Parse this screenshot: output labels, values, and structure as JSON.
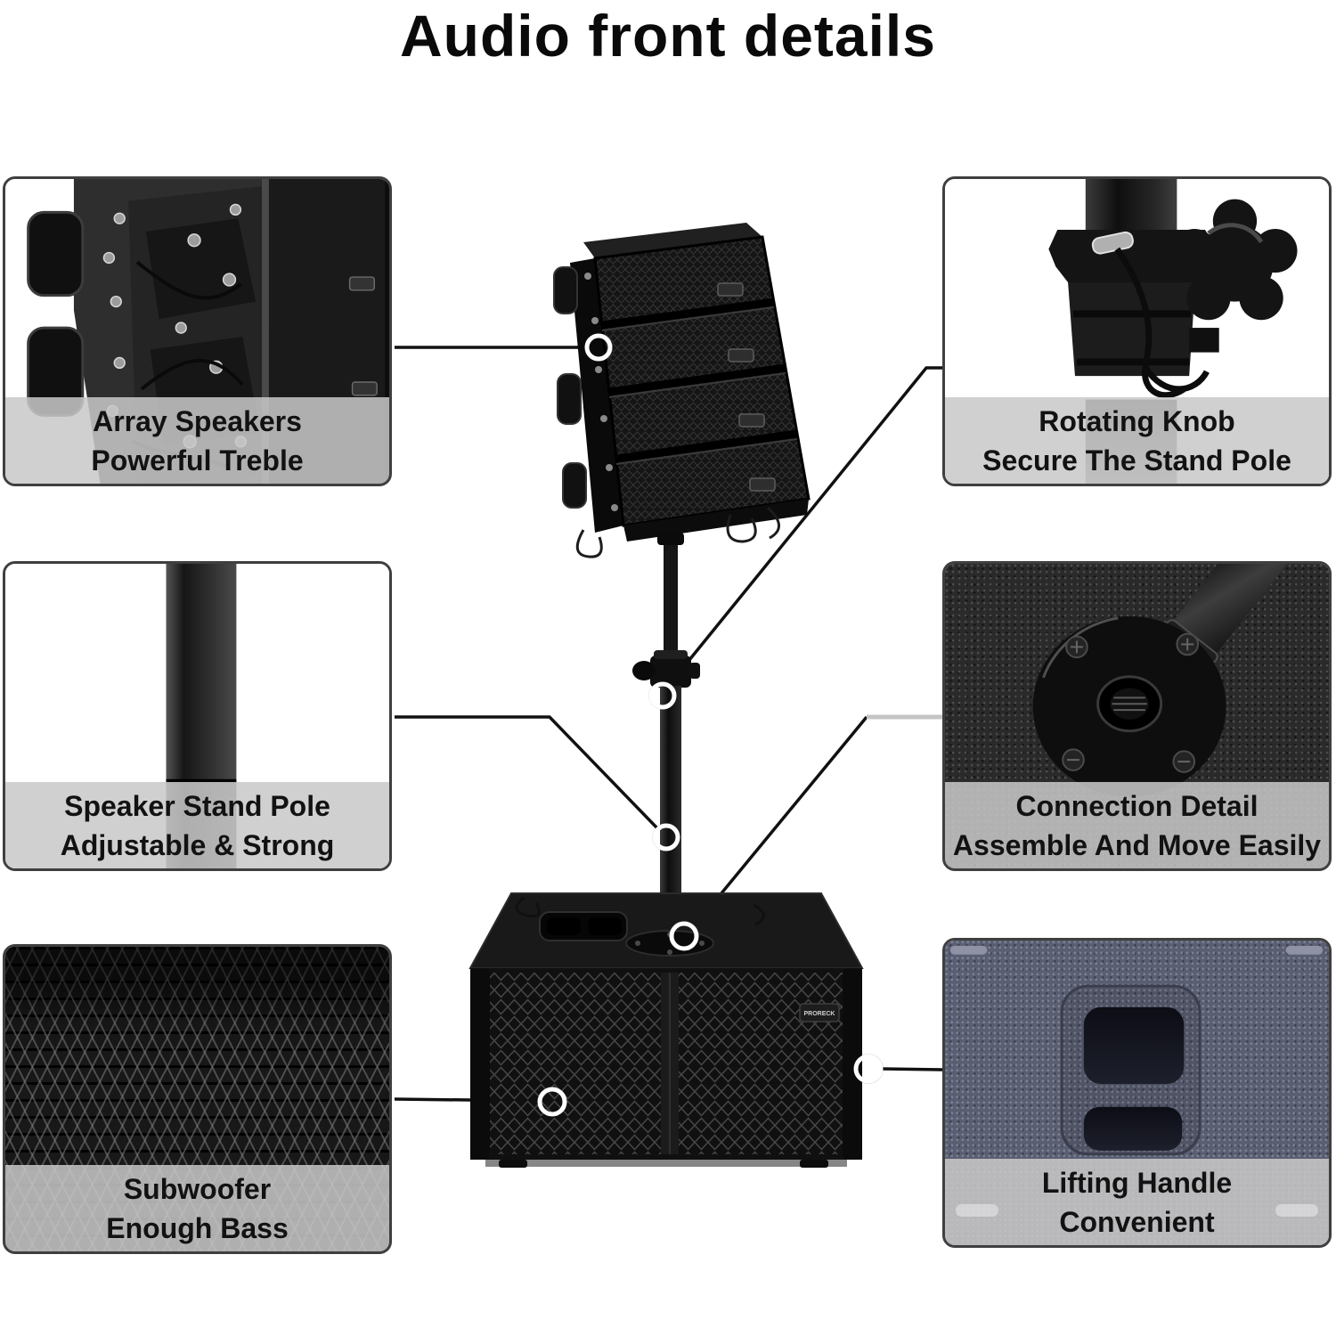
{
  "title": "Audio front details",
  "brand_badge": "PRORECK",
  "callouts": {
    "array_speakers": {
      "line1": "Array Speakers",
      "line2": "Powerful Treble"
    },
    "stand_pole": {
      "line1": "Speaker Stand Pole",
      "line2": "Adjustable & Strong"
    },
    "subwoofer": {
      "line1": "Subwoofer",
      "line2": "Enough Bass"
    },
    "rotating_knob": {
      "line1": "Rotating Knob",
      "line2": "Secure The Stand Pole"
    },
    "connection_detail": {
      "line1": "Connection Detail",
      "line2": "Assemble And Move Easily"
    },
    "lifting_handle": {
      "line1": "Lifting Handle",
      "line2": "Convenient"
    }
  },
  "colors": {
    "caption_band": "#c8c8c8",
    "connector_line": "#111111",
    "marker_ring": "#ffffff",
    "page_background": "#ffffff"
  }
}
